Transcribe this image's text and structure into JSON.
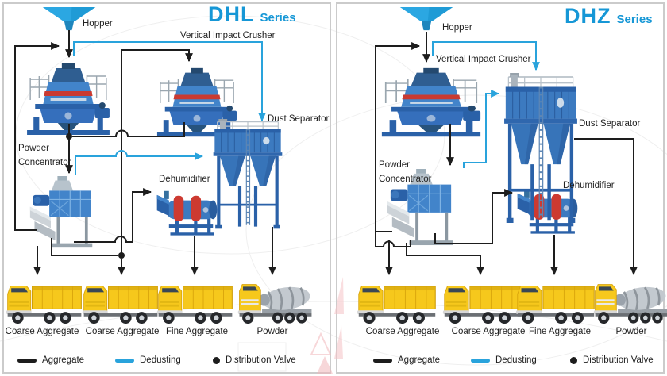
{
  "colors": {
    "accent_blue": "#1697d6",
    "aggregate_line": "#1d1d1d",
    "dedusting_line": "#29a3dc",
    "machine_blue": "#4284ca",
    "truck_yellow": "#f6c81c"
  },
  "panels": [
    {
      "series": "DHL",
      "series_suffix": "Series",
      "labels": {
        "hopper": "Hopper",
        "crusher": "Vertical Impact Crusher",
        "powder_concentrator": "Powder Concentrator",
        "dehumidifier": "Dehumidifier",
        "dust_separator": "Dust Separator"
      },
      "trucks": [
        "Coarse Aggregate",
        "Coarse Aggregate",
        "Fine Aggregate",
        "Powder"
      ],
      "legend": [
        {
          "label": "Aggregate",
          "swatch": "black-line"
        },
        {
          "label": "Dedusting",
          "swatch": "blue-line"
        },
        {
          "label": "Distribution Valve",
          "swatch": "black-dot"
        }
      ]
    },
    {
      "series": "DHZ",
      "series_suffix": "Series",
      "labels": {
        "hopper": "Hopper",
        "crusher": "Vertical Impact Crusher",
        "powder_concentrator": "Powder Concentrator",
        "dehumidifier": "Dehumidifier",
        "dust_separator": "Dust Separator"
      },
      "trucks": [
        "Coarse Aggregate",
        "Coarse Aggregate",
        "Fine Aggregate",
        "Powder"
      ],
      "legend": [
        {
          "label": "Aggregate",
          "swatch": "black-line"
        },
        {
          "label": "Dedusting",
          "swatch": "blue-line"
        },
        {
          "label": "Distribution Valve",
          "swatch": "black-dot"
        }
      ]
    }
  ]
}
